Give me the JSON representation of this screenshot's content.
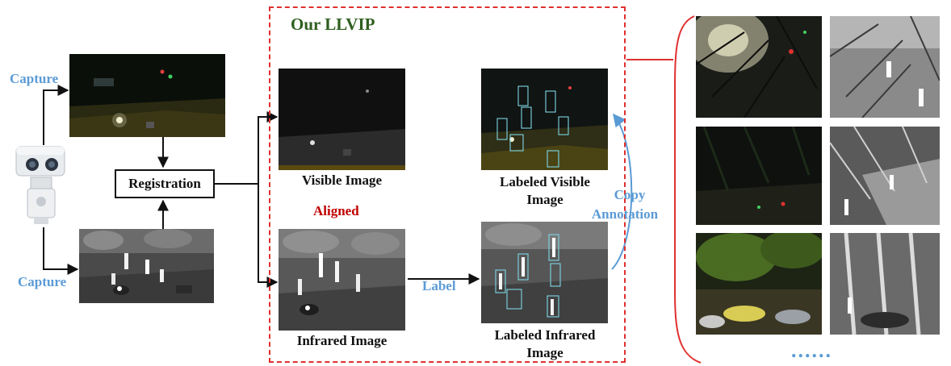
{
  "title": "Our LLVIP",
  "labels": {
    "capture_top": "Capture",
    "capture_bottom": "Capture",
    "registration": "Registration",
    "visible_image": "Visible Image",
    "aligned": "Aligned",
    "infrared_image": "Infrared Image",
    "labeled_visible_line1": "Labeled Visible",
    "labeled_visible_line2": "Image",
    "labeled_infrared_line1": "Labeled Infrared",
    "labeled_infrared_line2": "Image",
    "label": "Label",
    "copy": "Copy",
    "annotation": "Annotation",
    "ellipsis": "......"
  },
  "colors": {
    "blue_text": "#5b9bd5",
    "red_text": "#c00000",
    "green_title": "#2e5e1e",
    "dashed_border": "#e03030",
    "bbox": "#7fd6e6"
  }
}
